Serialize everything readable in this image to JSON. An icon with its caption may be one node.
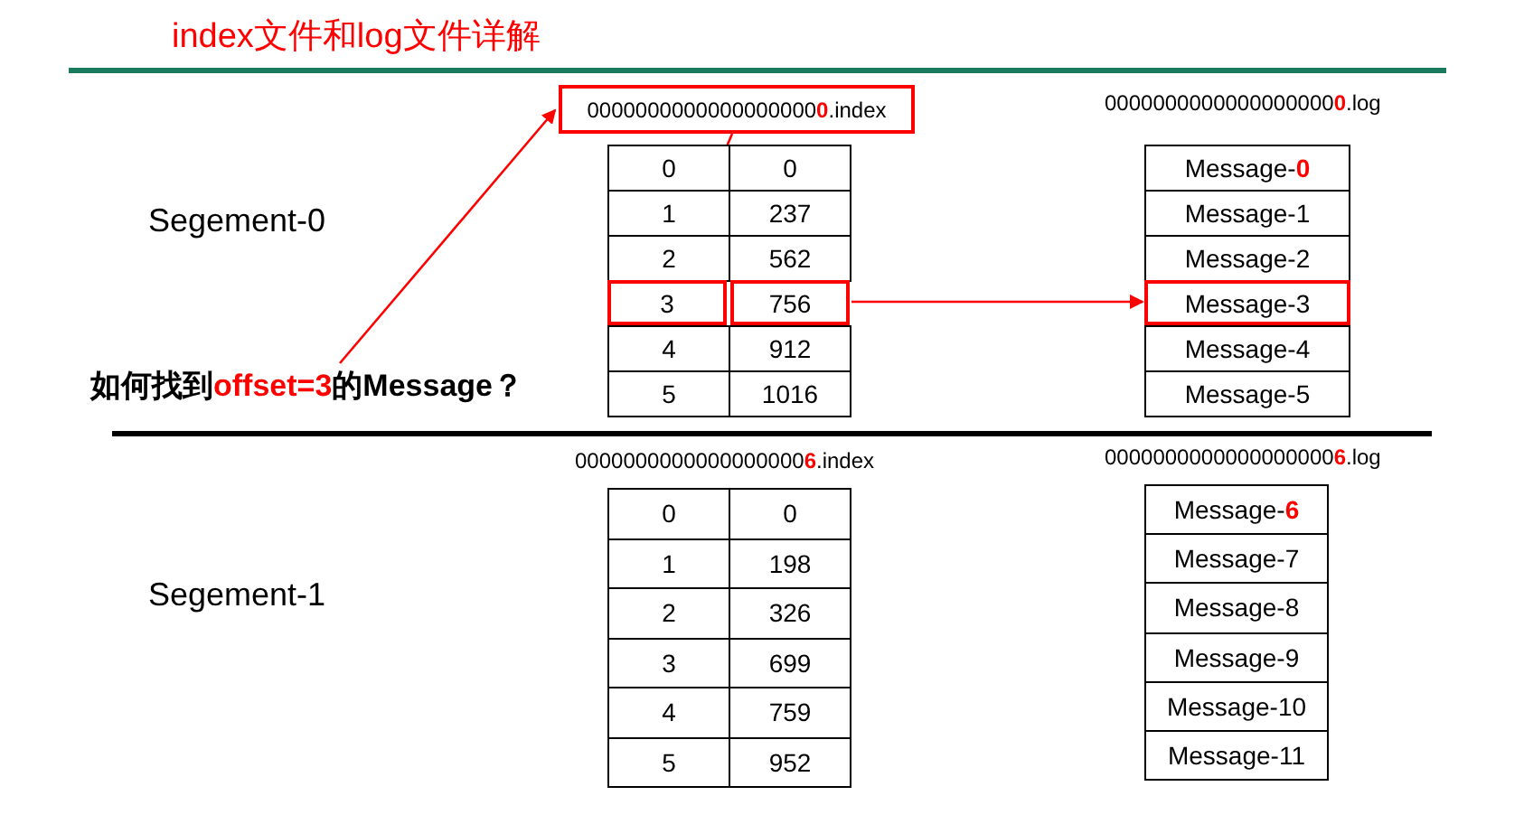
{
  "diagram": {
    "title": "index文件和log文件详解",
    "nodes": [
      {
        "text": [
          "如何找到**offset=3**的Message？"
        ]
      },
      {
        "text": [
          "0000000000000000000**0**.index"
        ]
      },
      {
        "text": [
          "3"
        ]
      },
      {
        "text": [
          "756"
        ]
      },
      {
        "text": [
          "Message-3"
        ]
      }
    ],
    "edges": [
      {
        "from": 0,
        "to": 1,
        "arrow": "to"
      },
      {
        "from": 1,
        "to": 2,
        "arrow": "to"
      },
      {
        "from": 3,
        "to": 4,
        "arrow": "to"
      }
    ],
    "labels": [
      "0000000000000000000**0**.log",
      "Segement-0",
      "0",
      "0",
      "1",
      "237",
      "2",
      "562",
      "4",
      "912",
      "5",
      "1016",
      "Message-**0**",
      "Message-1",
      "Message-2",
      "Message-4",
      "Message-5",
      "0000000000000000000**6**.index",
      "0000000000000000000**6**.log",
      "Segement-1",
      "0",
      "0",
      "1",
      "198",
      "2",
      "326",
      "3",
      "699",
      "4",
      "759",
      "5",
      "952",
      "Message-**6**",
      "Message-7",
      "Message-8",
      "Message-9",
      "Message-10",
      "Message-11"
    ]
  }
}
